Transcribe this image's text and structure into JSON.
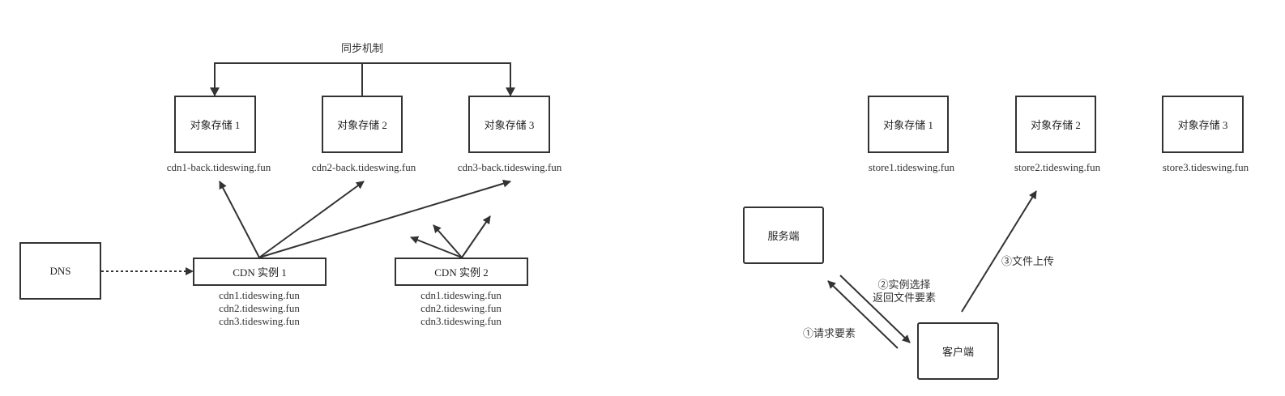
{
  "left_diagram": {
    "sync_label": "同步机制",
    "storages": [
      {
        "label": "对象存储 1",
        "domain": "cdn1-back.tideswing.fun"
      },
      {
        "label": "对象存储 2",
        "domain": "cdn2-back.tideswing.fun"
      },
      {
        "label": "对象存储 3",
        "domain": "cdn3-back.tideswing.fun"
      }
    ],
    "dns_label": "DNS",
    "cdn_instances": [
      {
        "label": "CDN 实例 1",
        "domains": [
          "cdn1.tideswing.fun",
          "cdn2.tideswing.fun",
          "cdn3.tideswing.fun"
        ]
      },
      {
        "label": "CDN 实例 2",
        "domains": [
          "cdn1.tideswing.fun",
          "cdn2.tideswing.fun",
          "cdn3.tideswing.fun"
        ]
      }
    ]
  },
  "right_diagram": {
    "storages": [
      {
        "label": "对象存储 1",
        "domain": "store1.tideswing.fun"
      },
      {
        "label": "对象存储 2",
        "domain": "store2.tideswing.fun"
      },
      {
        "label": "对象存储 3",
        "domain": "store3.tideswing.fun"
      }
    ],
    "server_label": "服务端",
    "client_label": "客户端",
    "step1": "①请求要素",
    "step2_line1": "②实例选择",
    "step2_line2": "返回文件要素",
    "step3": "③文件上传"
  }
}
